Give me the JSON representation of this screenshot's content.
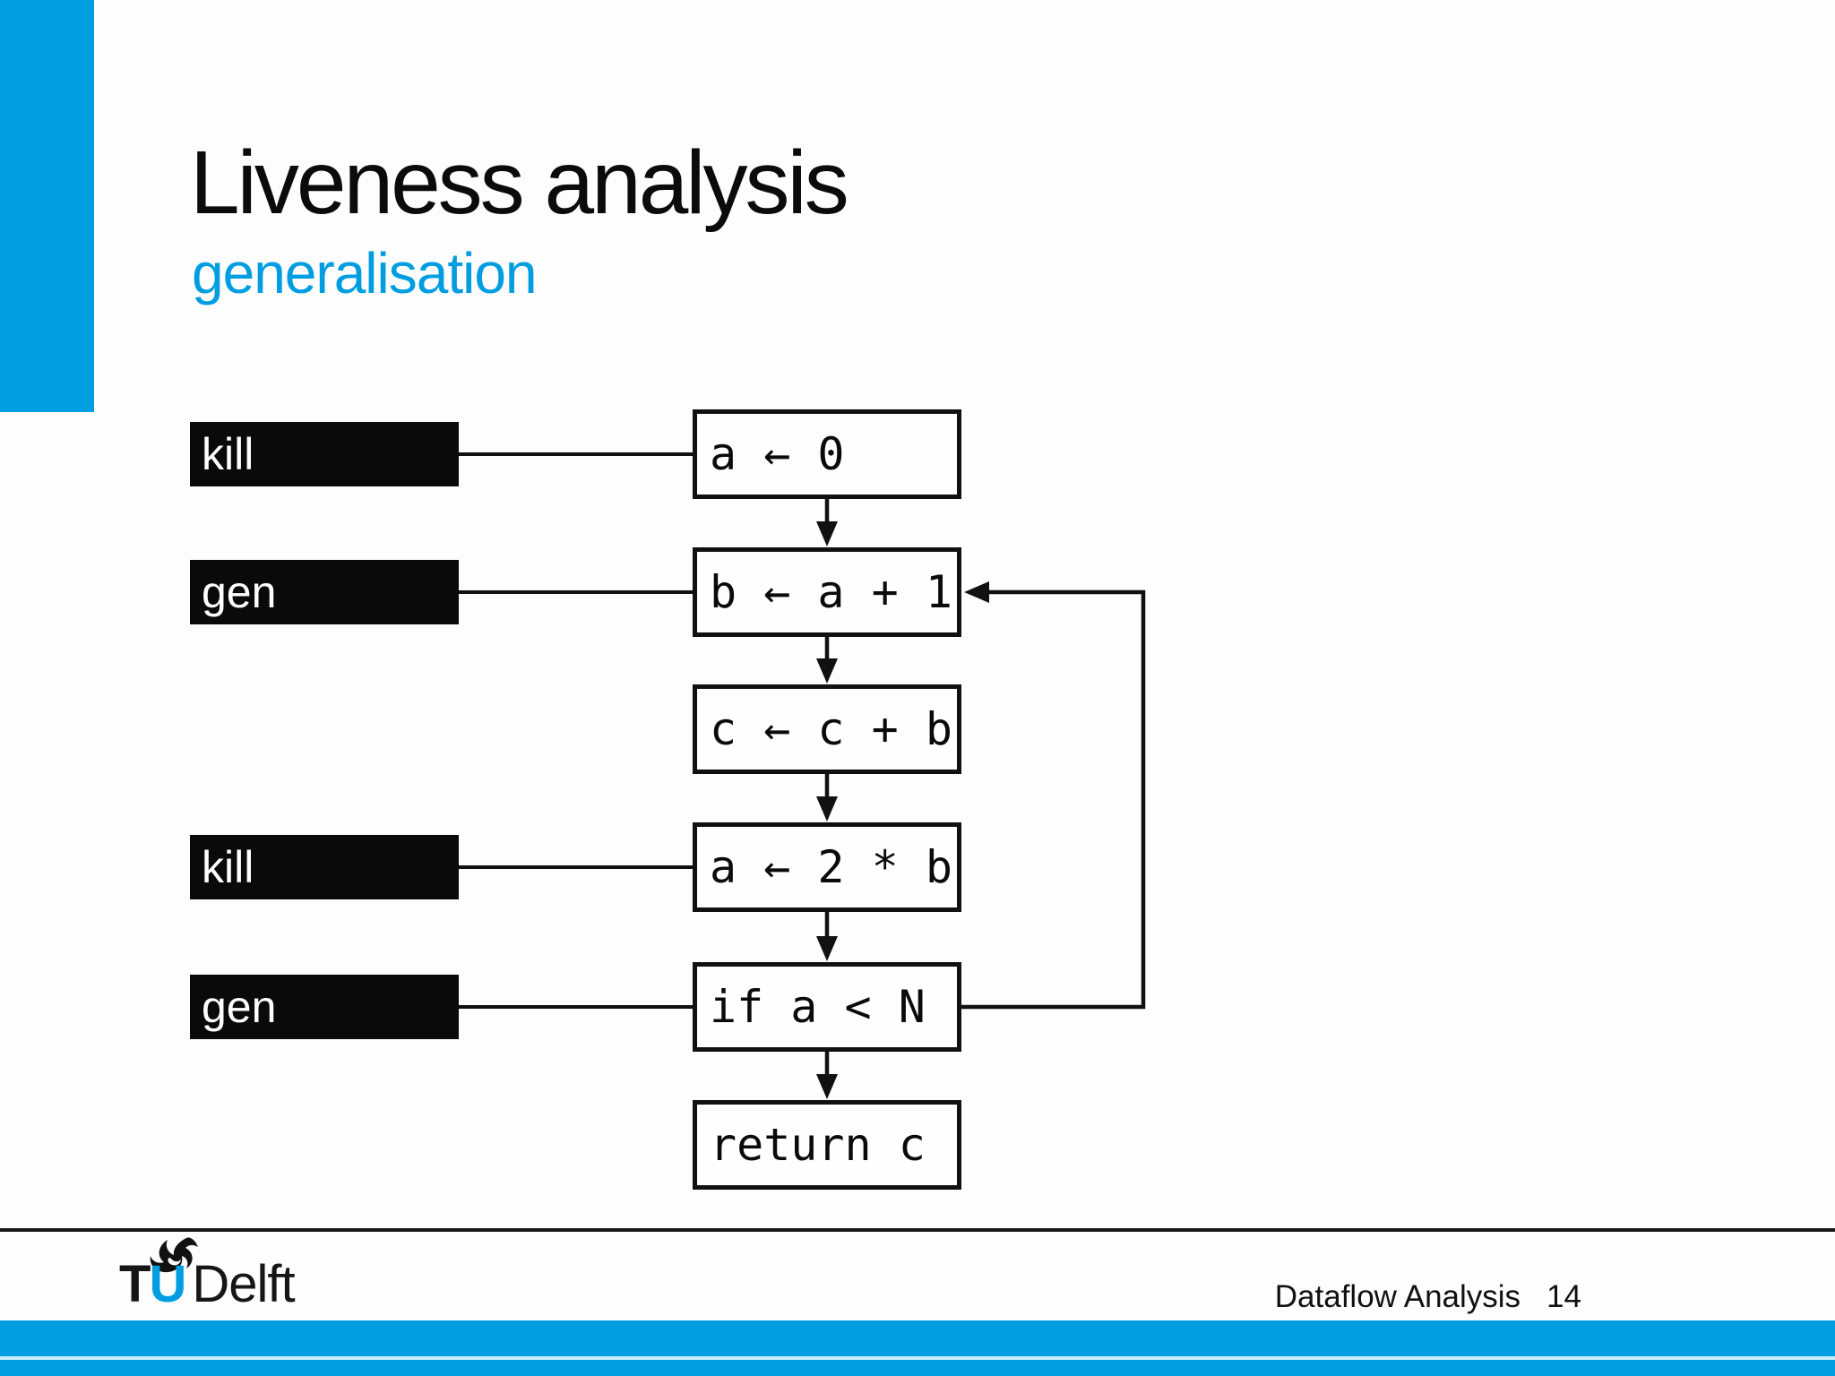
{
  "slide": {
    "title": "Liveness analysis",
    "subtitle": "generalisation"
  },
  "diagram": {
    "side_labels": [
      {
        "label": "kill",
        "target": "a ← 0"
      },
      {
        "label": "gen",
        "target": "b ← a + 1"
      },
      {
        "label": "kill",
        "target": "a ← 2 * b"
      },
      {
        "label": "gen",
        "target": "if a < N"
      }
    ],
    "nodes": [
      {
        "code": "a ← 0"
      },
      {
        "code": "b ← a + 1"
      },
      {
        "code": "c ← c + b"
      },
      {
        "code": "a ← 2 * b"
      },
      {
        "code": "if a < N"
      },
      {
        "code": "return c"
      }
    ]
  },
  "footer": {
    "course": "Dataflow Analysis",
    "page": "14"
  },
  "logo": {
    "t": "T",
    "u": "U",
    "delft": "Delft",
    "flame_icon": "tu-delft-flame-icon"
  },
  "colors": {
    "accent": "#009ee0",
    "label_bg": "#0a0a0a",
    "stripe": "#c9eef8"
  }
}
